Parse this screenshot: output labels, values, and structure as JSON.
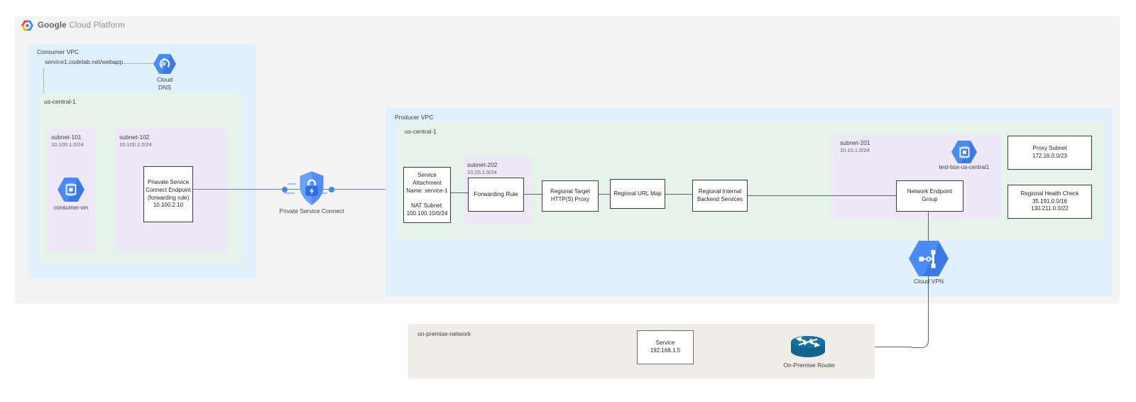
{
  "header": {
    "logo_primary": "Google",
    "logo_secondary": "Cloud Platform"
  },
  "consumer_vpc": {
    "label": "Consumer VPC",
    "dns_record": "service1.codelab.net/webapp",
    "cloud_dns_label": "Cloud\nDNS",
    "region": {
      "label": "us-central-1",
      "subnet_101": {
        "name": "subnet-101",
        "cidr": "10.100.1.0/24",
        "vm_label": "consumer-vm"
      },
      "subnet_102": {
        "name": "subnet-102",
        "cidr": "10.100.2.0/24",
        "endpoint_text": "Priavate Service\nConnect Endpoint\n(forwarding rule)\n10.100.2.10"
      }
    }
  },
  "private_service_connect": {
    "label": "Private Service Connect"
  },
  "producer_vpc": {
    "label": "Producer VPC",
    "region": {
      "label": "us-central-1",
      "service_attachment": "Service\nAttachment\nName: service-1\n\nNAT Subnet:\n100.100.10/0/24",
      "subnet_202": {
        "name": "subnet-202",
        "cidr": "10.20.1.0/24",
        "forwarding_rule": "Forwarding Rule"
      },
      "target_proxy": "Regional Target\nHTTP(S) Proxy",
      "url_map": "Regional URL Map",
      "backend_services": "Regional Internal\nBackend Services",
      "subnet_201": {
        "name": "subnet-201",
        "cidr": "10.10.1.0/24",
        "vm_label": "test-box-us-central1",
        "neg": "Network Endpoint\nGroup"
      },
      "proxy_subnet": "Proxy Subnet\n172.16.0.0/23",
      "health_check": "Regional Health Check\n35.191.0.0/16\n130.211.0.0/22"
    }
  },
  "cloud_vpn": {
    "label": "Cloud VPN"
  },
  "on_premise": {
    "label": "on-premise-network",
    "service": "Service\n192.168.1.5",
    "router_label": "On-Premise Router"
  },
  "colors": {
    "accent_blue": "#4285f4",
    "vpc_fill": "#e1f0fc",
    "region_fill": "#e6f3ea",
    "subnet_fill": "#eee8f8",
    "onprem_fill": "#f0ece7",
    "canvas_fill": "#f4f4f5",
    "connector_gray": "#616161",
    "router_teal": "#11648c"
  }
}
